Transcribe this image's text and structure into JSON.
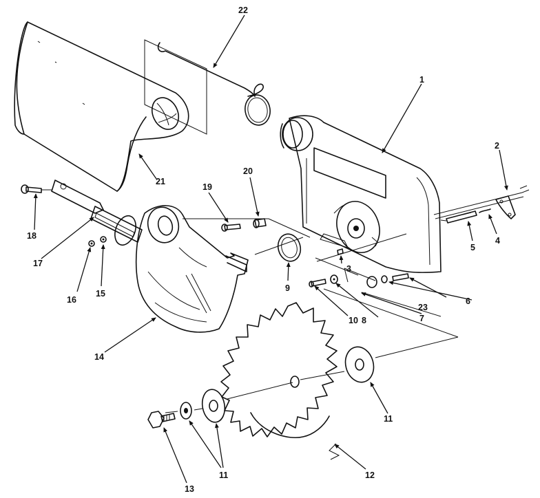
{
  "diagram": {
    "labels": {
      "p1": "1",
      "p2": "2",
      "p3": "3",
      "p4": "4",
      "p5": "5",
      "p6": "6",
      "p7": "7",
      "p8": "8",
      "p9": "9",
      "p10": "10",
      "p11a": "11",
      "p11b": "11",
      "p12": "12",
      "p13": "13",
      "p14": "14",
      "p15": "15",
      "p16": "16",
      "p17": "17",
      "p18": "18",
      "p19": "19",
      "p20": "20",
      "p21": "21",
      "p22": "22",
      "p23": "23"
    }
  }
}
